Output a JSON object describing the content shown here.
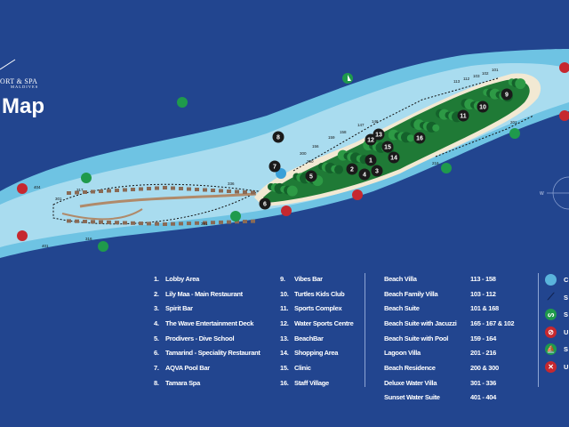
{
  "header": {
    "logo_line1": "ORT & SPA",
    "logo_line2": "MALDIVES",
    "title": "Map"
  },
  "markers": [
    "1",
    "2",
    "3",
    "4",
    "5",
    "6",
    "7",
    "8",
    "9",
    "10",
    "11",
    "12",
    "13",
    "14",
    "15",
    "16"
  ],
  "villa_labels": [
    "113",
    "112",
    "103",
    "102",
    "101",
    "146",
    "147",
    "158",
    "159",
    "156",
    "300",
    "200",
    "201",
    "216",
    "336",
    "317",
    "301",
    "391",
    "316",
    "404",
    "401"
  ],
  "compass": {
    "west": "W"
  },
  "facilities": [
    {
      "num": "1.",
      "label": "Lobby Area"
    },
    {
      "num": "2.",
      "label": "Lily Maa - Main Restaurant"
    },
    {
      "num": "3.",
      "label": "Spirit Bar"
    },
    {
      "num": "4.",
      "label": "The Wave Entertainment Deck"
    },
    {
      "num": "5.",
      "label": "Prodivers - Dive School"
    },
    {
      "num": "6.",
      "label": "Tamarind - Speciality Restaurant"
    },
    {
      "num": "7.",
      "label": "AQVA Pool Bar"
    },
    {
      "num": "8.",
      "label": "Tamara Spa"
    },
    {
      "num": "9.",
      "label": "Vibes Bar"
    },
    {
      "num": "10.",
      "label": "Turtles Kids Club"
    },
    {
      "num": "11.",
      "label": "Sports Complex"
    },
    {
      "num": "12.",
      "label": "Water Sports Centre"
    },
    {
      "num": "13.",
      "label": "BeachBar"
    },
    {
      "num": "14.",
      "label": "Shopping Area"
    },
    {
      "num": "15.",
      "label": "Clinic"
    },
    {
      "num": "16.",
      "label": "Staff Village"
    }
  ],
  "villas": [
    {
      "type": "Beach Villa",
      "numbers": "113 - 158"
    },
    {
      "type": "Beach Family Villa",
      "numbers": "103 - 112"
    },
    {
      "type": "Beach Suite",
      "numbers": "101 & 168"
    },
    {
      "type": "Beach Suite with Jacuzzi",
      "numbers": "165 - 167 & 102"
    },
    {
      "type": "Beach Suite with Pool",
      "numbers": "159 - 164"
    },
    {
      "type": "Lagoon Villa",
      "numbers": "201 - 216"
    },
    {
      "type": "Beach Residence",
      "numbers": "200 & 300"
    },
    {
      "type": "Deluxe Water Villa",
      "numbers": "301 - 336"
    },
    {
      "type": "Sunset Water Suite",
      "numbers": "401 - 404"
    }
  ],
  "symbols": [
    {
      "icon": "circle-icon",
      "label": "C",
      "color": "#5ab4dc"
    },
    {
      "icon": "swim-line-icon",
      "label": "S",
      "color": "#10224f"
    },
    {
      "icon": "snorkel-icon",
      "label": "S",
      "color": "#1f9a4c"
    },
    {
      "icon": "no-snorkel-icon",
      "label": "U",
      "color": "#c6282f"
    },
    {
      "icon": "sailing-icon",
      "label": "S",
      "color": "#1f9a4c"
    },
    {
      "icon": "no-swim-icon",
      "label": "U",
      "color": "#c6282f"
    }
  ],
  "colors": {
    "ocean": "#22458f",
    "outer_lagoon": "#6ec3e3",
    "inner_lagoon": "#a9dcef",
    "beach": "#f2e9d3",
    "vegetation": "#1f7a36"
  }
}
